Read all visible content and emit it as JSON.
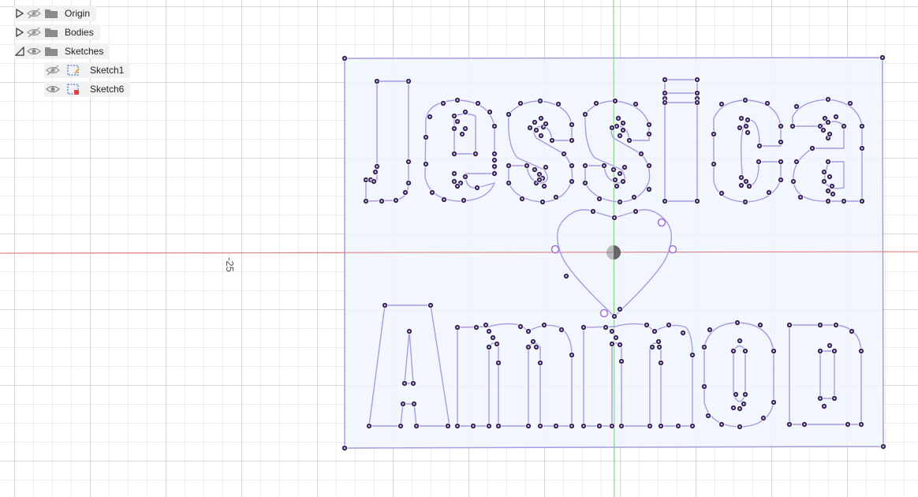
{
  "browser": {
    "items": [
      {
        "label": "Origin",
        "expanded": false,
        "visible": false,
        "icon": "folder-icon"
      },
      {
        "label": "Bodies",
        "expanded": false,
        "visible": false,
        "icon": "folder-icon"
      },
      {
        "label": "Sketches",
        "expanded": true,
        "visible": true,
        "icon": "folder-icon"
      }
    ],
    "sketches": [
      {
        "label": "Sketch1",
        "visible": false,
        "icon": "sketch-icon"
      },
      {
        "label": "Sketch6",
        "visible": true,
        "icon": "sketch-warning-icon"
      }
    ]
  },
  "viewport": {
    "axis_label": "-25"
  },
  "colors": {
    "sketch_line": "#a89be0",
    "sketch_fill": "#eef6fd",
    "point": "#3a2a55",
    "x_axis": "#e07a7a",
    "y_axis": "#7fd07f"
  }
}
